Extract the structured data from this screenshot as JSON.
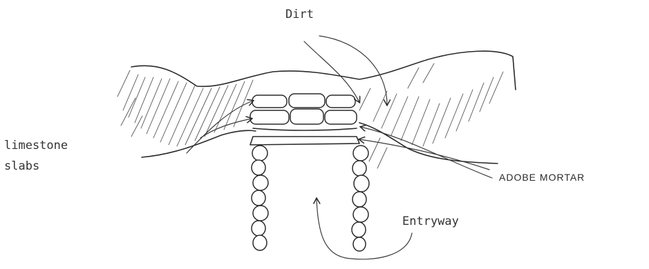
{
  "labels": {
    "dirt": "Dirt",
    "limestone_line1": "limestone",
    "limestone_line2": "slabs",
    "adobe_mortar": "ADOBE MORTAR",
    "entryway": "Entryway"
  },
  "colors": {
    "ink": "#2a2a2a",
    "paper": "#ffffff"
  }
}
